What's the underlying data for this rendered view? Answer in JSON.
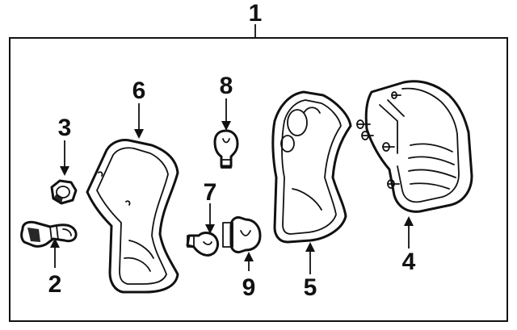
{
  "diagram": {
    "assembly_callout": "1",
    "callouts": {
      "part2": "2",
      "part3": "3",
      "part4": "4",
      "part5": "5",
      "part6": "6",
      "part7": "7",
      "part8": "8",
      "part9": "9"
    },
    "ink_color": "#111111",
    "background_color": "#ffffff"
  }
}
